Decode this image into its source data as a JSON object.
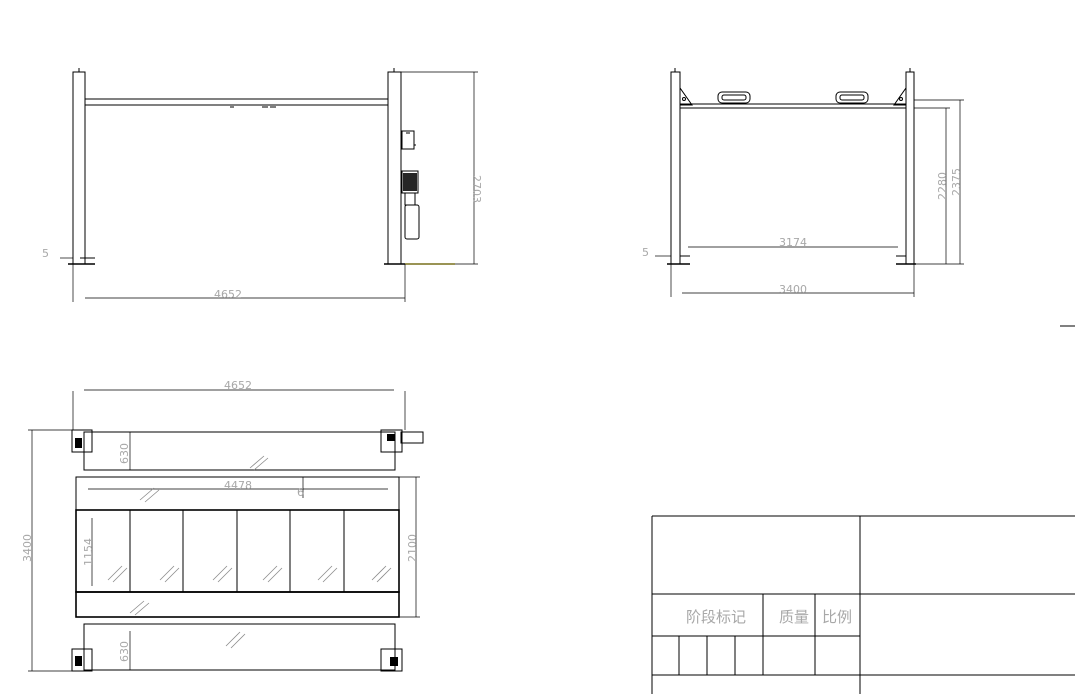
{
  "dimensions": {
    "front_width": "4652",
    "front_height": "2703",
    "front_offset": "5",
    "side_inner": "3174",
    "side_outer": "3400",
    "side_offset": "5",
    "side_h1": "2280",
    "side_h2": "2375",
    "plan_width": "4652",
    "plan_inner_width": "4478",
    "plan_depth": "3400",
    "plan_top_gap": "630",
    "plan_bottom_gap": "630",
    "plan_platform_depth": "1154",
    "plan_beam_depth": "2100",
    "plan_small": "6"
  },
  "title_block": {
    "stage_mark": "阶段标记",
    "weight": "质量",
    "scale": "比例"
  },
  "colors": {
    "line": "#000000",
    "dimension_text": "#a8a8a8",
    "accent_yellow": "#f2e23a"
  }
}
